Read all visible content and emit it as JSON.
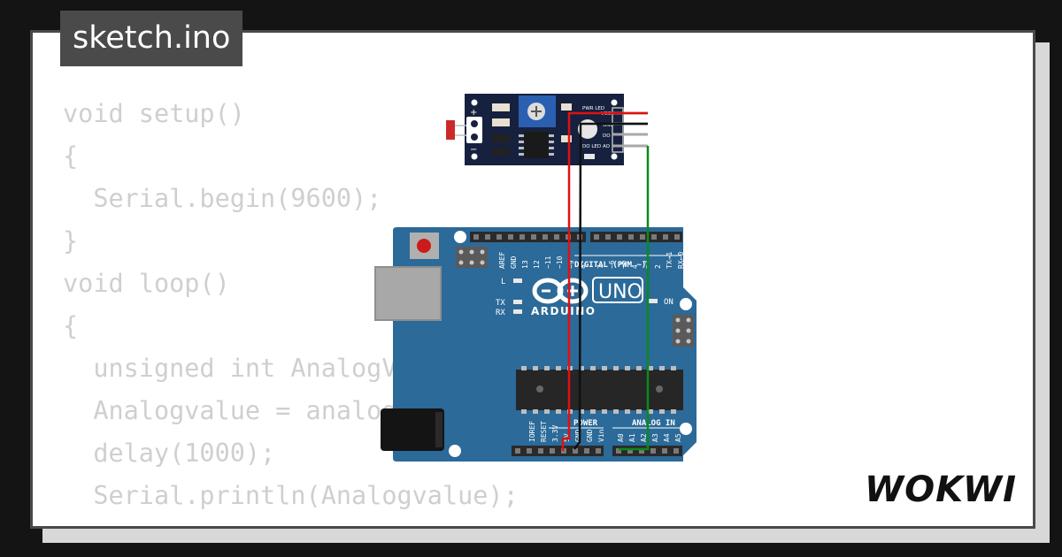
{
  "title": "sketch.ino",
  "code_lines": [
    "void setup()",
    "{",
    "  Serial.begin(9600);",
    "}",
    "void loop()",
    "{",
    "  unsigned int AnalogValue;",
    "  Analogvalue = analogRead(A0);",
    "  delay(1000);",
    "  Serial.println(Analogvalue);",
    "}"
  ],
  "brand": "WOKWI",
  "board": {
    "logo_text": "UNO",
    "brand_text": "ARDUINO",
    "digital_label": "DIGITAL (PWM ~)",
    "aref": "AREF",
    "gnd": "GND",
    "pins_top": [
      "13",
      "12",
      "~11",
      "~10",
      "~9",
      "8",
      "7",
      "~6",
      "~5",
      "4",
      "~3",
      "2",
      "TX→1",
      "RX←0"
    ],
    "led_l": "L",
    "led_tx": "TX",
    "led_rx": "RX",
    "led_on": "ON",
    "power_label": "POWER",
    "analog_label": "ANALOG IN",
    "pins_power": [
      "IOREF",
      "RESET",
      "3.3V",
      "5V",
      "GND",
      "GND",
      "Vin"
    ],
    "pins_analog": [
      "A0",
      "A1",
      "A2",
      "A3",
      "A4",
      "A5"
    ]
  },
  "sensor": {
    "pwr_led": "PWR LED",
    "do_led": "DO LED",
    "pins": [
      "VCC",
      "GND",
      "DO",
      "AO"
    ],
    "plus": "+",
    "minus": "−"
  },
  "colors": {
    "board": "#2b6a99",
    "sensor": "#16213f",
    "wire_vcc": "#e01010",
    "wire_gnd": "#111111",
    "wire_signal": "#0a8a1a"
  }
}
